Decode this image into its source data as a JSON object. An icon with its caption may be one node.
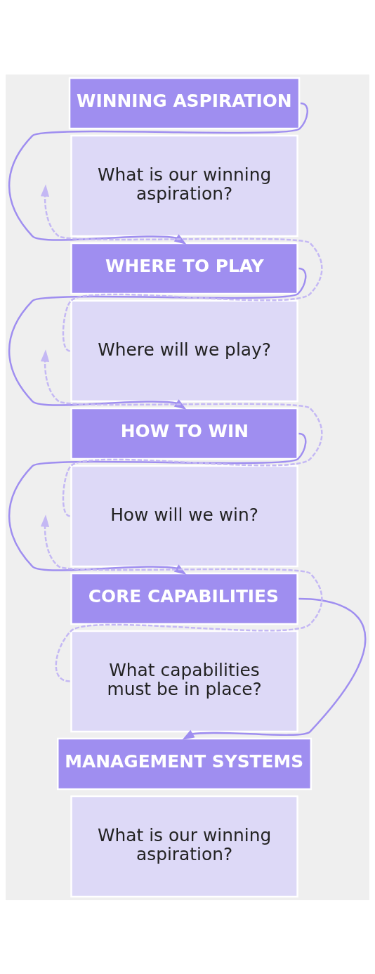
{
  "diagram": {
    "nodes": [
      {
        "text": [
          "WINNING ASPIRATION"
        ]
      },
      {
        "text": [
          "What is our winning aspiration?"
        ]
      },
      {
        "text": [
          "WHERE TO PLAY"
        ]
      },
      {
        "text": [
          "Where will we play?"
        ]
      },
      {
        "text": [
          "HOW TO WIN"
        ]
      },
      {
        "text": [
          "How will we win?"
        ]
      },
      {
        "text": [
          "CORE CAPABILITIES"
        ]
      },
      {
        "text": [
          "What capabilities must be in place?"
        ]
      },
      {
        "text": [
          "MANAGEMENT SYSTEMS"
        ]
      },
      {
        "text": [
          "What is our winning aspiration?"
        ]
      }
    ],
    "edges": [
      {
        "from": 0,
        "to": 2,
        "arrow": "to"
      },
      {
        "from": 2,
        "to": 4,
        "arrow": "to"
      },
      {
        "from": 4,
        "to": 6,
        "arrow": "to"
      },
      {
        "from": 6,
        "to": 8,
        "arrow": "to"
      },
      {
        "from": 3,
        "to": null,
        "arrow": "to",
        "style": "dashed",
        "color": "#c4b8f4"
      },
      {
        "from": 5,
        "to": null,
        "arrow": "to",
        "style": "dashed",
        "color": "#c4b8f4"
      },
      {
        "from": 7,
        "to": null,
        "arrow": "to",
        "style": "dashed",
        "color": "#c4b8f4"
      }
    ]
  }
}
